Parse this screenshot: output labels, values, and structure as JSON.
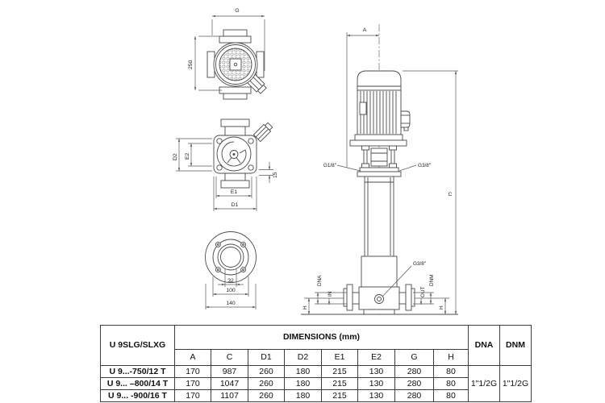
{
  "colors": {
    "drawing_line": "#4a4a4a",
    "dimension_line": "#5a5a5a",
    "table_border": "#3c3c3c",
    "text": "#111111",
    "background": "#ffffff"
  },
  "diagrams": {
    "fan_top_view": {
      "dim_width": "G",
      "dim_height": "250"
    },
    "pump_top_view": {
      "dim_outer_vertical": "D2",
      "dim_inner_vertical": "E2",
      "dim_inner_horizontal": "E1",
      "dim_outer_horizontal": "D1",
      "dim_offset": "15"
    },
    "flange_view": {
      "dim_bore": "32",
      "dim_bolt_circle": "100",
      "dim_outer": "140"
    },
    "side_view": {
      "dim_width_top": "A",
      "dim_total_height": "C",
      "vent_plug": "G1/8\"",
      "fill_plug": "G3/8\"",
      "drain_plug": "G3/8\"",
      "suction_diameter": "DNA",
      "suction_flow": "IN",
      "suction_height": "H",
      "discharge_diameter": "DNM",
      "discharge_flow": "OUT",
      "discharge_height": "H"
    }
  },
  "table": {
    "model_header": "U 9SLG/SLXG",
    "dimensions_header": "DIMENSIONS (mm)",
    "dim_columns": [
      "A",
      "C",
      "D1",
      "D2",
      "E1",
      "E2",
      "G",
      "H"
    ],
    "dna_header": "DNA",
    "dnm_header": "DNM",
    "rows": [
      {
        "model": "U 9...-750/12 T",
        "values": [
          "170",
          "987",
          "260",
          "180",
          "215",
          "130",
          "280",
          "80"
        ]
      },
      {
        "model": "U 9... –800/14 T",
        "values": [
          "170",
          "1047",
          "260",
          "180",
          "215",
          "130",
          "280",
          "80"
        ]
      },
      {
        "model": "U 9... -900/16 T",
        "values": [
          "170",
          "1107",
          "260",
          "180",
          "215",
          "130",
          "280",
          "80"
        ]
      }
    ],
    "dna_value": "1\"1/2G",
    "dnm_value": "1\"1/2G"
  }
}
